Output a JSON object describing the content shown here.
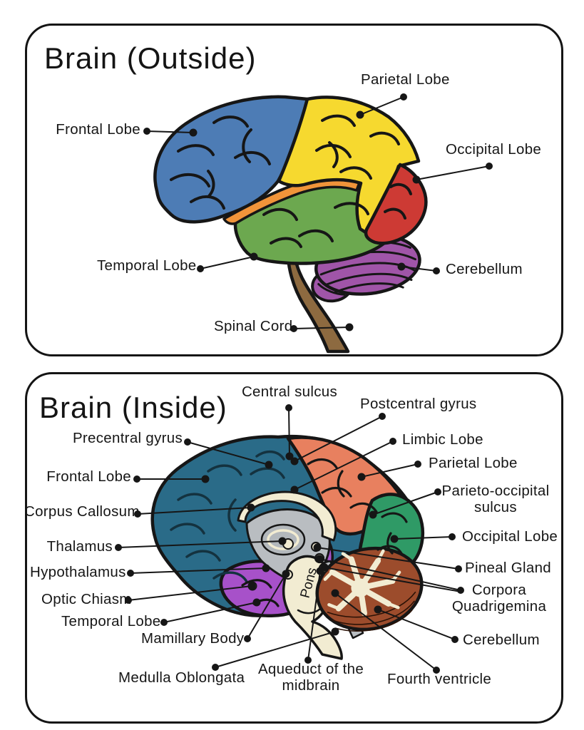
{
  "page": {
    "background": "#ffffff",
    "ink": "#161616"
  },
  "outside": {
    "title": "Brain (Outside)",
    "labels": [
      {
        "id": "frontal-lobe",
        "text": "Frontal Lobe"
      },
      {
        "id": "parietal-lobe",
        "text": "Parietal Lobe"
      },
      {
        "id": "occipital-lobe",
        "text": "Occipital Lobe"
      },
      {
        "id": "cerebellum",
        "text": "Cerebellum"
      },
      {
        "id": "temporal-lobe",
        "text": "Temporal Lobe"
      },
      {
        "id": "spinal-cord",
        "text": "Spinal Cord"
      }
    ],
    "colors": {
      "frontal_lobe": "#4d7cb5",
      "parietal_lobe": "#f6d92f",
      "occipital_lobe": "#cd3a34",
      "temporal_lobe": "#6ca84f",
      "lateral_sulcus_band": "#f0943a",
      "cerebellum": "#a055a8",
      "brainstem": "#8d6a40",
      "outline": "#161616"
    }
  },
  "inside": {
    "title": "Brain (Inside)",
    "pons": "Pons",
    "labels": [
      {
        "id": "central-sulcus",
        "text": "Central sulcus"
      },
      {
        "id": "postcentral-gyrus",
        "text": "Postcentral gyrus"
      },
      {
        "id": "precentral-gyrus",
        "text": "Precentral gyrus"
      },
      {
        "id": "limbic-lobe",
        "text": "Limbic Lobe"
      },
      {
        "id": "frontal-lobe",
        "text": "Frontal Lobe"
      },
      {
        "id": "parietal-lobe",
        "text": "Parietal Lobe"
      },
      {
        "id": "corpus-callosum",
        "text": "Corpus Callosum"
      },
      {
        "id": "parieto-occipital-sulcus",
        "text": "Parieto-occipital sulcus"
      },
      {
        "id": "thalamus",
        "text": "Thalamus"
      },
      {
        "id": "occipital-lobe",
        "text": "Occipital Lobe"
      },
      {
        "id": "hypothalamus",
        "text": "Hypothalamus"
      },
      {
        "id": "pineal-gland",
        "text": "Pineal Gland"
      },
      {
        "id": "optic-chiasm",
        "text": "Optic Chiasm"
      },
      {
        "id": "corpora-quadrigemina",
        "text": "Corpora Quadrigemina"
      },
      {
        "id": "temporal-lobe",
        "text": "Temporal Lobe"
      },
      {
        "id": "mamillary-body",
        "text": "Mamillary Body"
      },
      {
        "id": "cerebellum",
        "text": "Cerebellum"
      },
      {
        "id": "medulla-oblongata",
        "text": "Medulla Oblongata"
      },
      {
        "id": "aqueduct-of-the-midbrain",
        "text": "Aqueduct of the midbrain"
      },
      {
        "id": "fourth-ventricle",
        "text": "Fourth ventricle"
      }
    ],
    "colors": {
      "frontal_lobe": "#2a6b88",
      "parietal_limbic_region": "#e8805f",
      "occipital_lobe": "#2f9a66",
      "temporal_midbrain": "#a751c9",
      "ventricle_gray": "#b9bdc1",
      "corpus_callosum_cream": "#f2ecd2",
      "cerebellum": "#9c4c2c",
      "outline": "#161616"
    }
  }
}
